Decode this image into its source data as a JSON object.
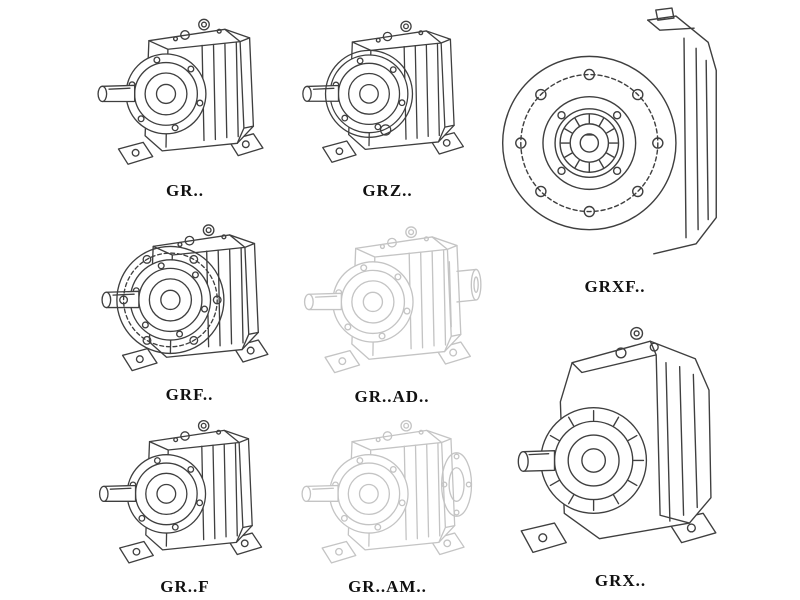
{
  "page": {
    "background": "#ffffff",
    "line_color": "#3f3f3f",
    "light_line_color": "#c4c4c4",
    "label_color": "#111111",
    "description": "Catalog sheet of helical gear reducer models shown as technical line drawings"
  },
  "models": [
    {
      "id": "gr",
      "label": "GR..",
      "drawing": "foot-mounted-reducer"
    },
    {
      "id": "grz",
      "label": "GRZ..",
      "drawing": "foot-mounted-reducer-variant"
    },
    {
      "id": "grxf",
      "label": "GRXF..",
      "drawing": "large-flange-reducer-front"
    },
    {
      "id": "grf",
      "label": "GRF..",
      "drawing": "flange-mounted-reducer"
    },
    {
      "id": "grad",
      "label": "GR..AD..",
      "drawing": "reducer-with-input-adapter-light"
    },
    {
      "id": "grff",
      "label": "GR..F",
      "drawing": "foot-mounted-reducer"
    },
    {
      "id": "gram",
      "label": "GR..AM..",
      "drawing": "reducer-with-motor-flange-light"
    },
    {
      "id": "grx",
      "label": "GRX..",
      "drawing": "large-foot-mounted-reducer"
    }
  ]
}
